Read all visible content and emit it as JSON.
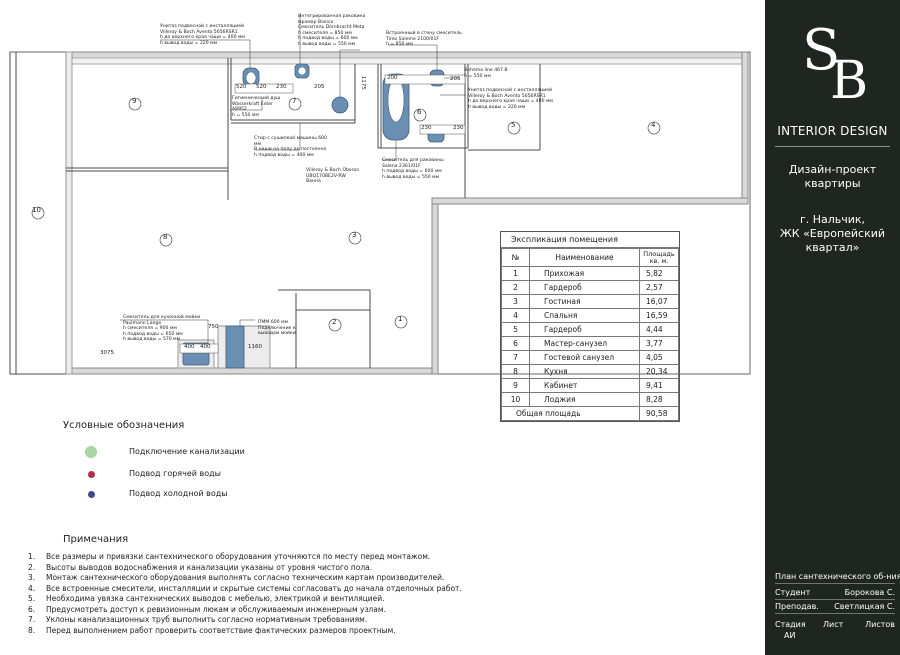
{
  "brand": {
    "name": "INTERIOR DESIGN",
    "logo_text": "SB"
  },
  "project": {
    "lines": [
      "Дизайн-проект",
      "квартиры"
    ]
  },
  "location": {
    "lines": [
      "г. Нальчик,",
      "ЖК «Европейский",
      "квартал»"
    ]
  },
  "title_block": {
    "sheet_title": "План сантехнического об-ния",
    "student_label": "Студент",
    "student_name": "Борокова С.",
    "teacher_label": "Преподав.",
    "teacher_name": "Светлицкая С.",
    "stage_label": "Стадия",
    "stage_value": "АИ",
    "sheet_label": "Лист",
    "sheets_label": "Листов"
  },
  "legend": {
    "title": "Условные обозначения",
    "items": [
      {
        "label": "Подключение канализации",
        "color": "#a9d4a3"
      },
      {
        "label": "Подвод горячей воды",
        "color": "#b03042"
      },
      {
        "label": "Подвод холодной воды",
        "color": "#3c4a8c"
      }
    ]
  },
  "notes": {
    "title": "Примечания",
    "items": [
      "Все размеры и привязки сантехнического оборудования уточняются по месту перед монтажом.",
      "Высоты выводов водоснабжения и канализации указаны от уровня чистого пола.",
      "Монтаж сантехнического оборудования выполнять согласно техническим картам производителей.",
      "Все встроенные смесители, инсталляции и скрытые системы согласовать до начала отделочных работ.",
      "Необходима увязка сантехнических выводов с мебелью, электрикой и вентиляцией.",
      "Предусмотреть доступ к ревизионным люкам и обслуживаемым инженерным узлам.",
      "Уклоны канализационных труб выполнить согласно нормативным требованиям.",
      "Перед выполнением работ проверить соответствие фактических размеров проектным."
    ]
  },
  "explication": {
    "title": "Экспликация помещения",
    "col_num": "№",
    "col_name": "Наименование",
    "col_area": "Площадь кв. м.",
    "rows": [
      {
        "n": "1",
        "name": "Прихожая",
        "area": "5,82"
      },
      {
        "n": "2",
        "name": "Гардероб",
        "area": "2,57"
      },
      {
        "n": "3",
        "name": "Гостиная",
        "area": "16,07"
      },
      {
        "n": "4",
        "name": "Спальня",
        "area": "16,59"
      },
      {
        "n": "5",
        "name": "Гардероб",
        "area": "4,44"
      },
      {
        "n": "6",
        "name": "Мастер-санузел",
        "area": "3,77"
      },
      {
        "n": "7",
        "name": "Гостевой санузел",
        "area": "4,05"
      },
      {
        "n": "8",
        "name": "Кухня",
        "area": "20,34"
      },
      {
        "n": "9",
        "name": "Кабинет",
        "area": "9,41"
      },
      {
        "n": "10",
        "name": "Лоджия",
        "area": "8,28"
      }
    ],
    "total_label": "Общая площадь",
    "total_value": "90,58"
  },
  "plan": {
    "room_labels": [
      "1",
      "2",
      "3",
      "4",
      "5",
      "6",
      "7",
      "8",
      "9",
      "10"
    ],
    "dims": [
      "520",
      "520",
      "230",
      "205",
      "200",
      "205",
      "230",
      "230",
      "1175",
      "750",
      "400",
      "400",
      "1160",
      "3075"
    ],
    "annotations": [
      "Унитаз подвесной с инсталляцией",
      "Villeroy & Boch Avento 5656RSR1",
      "h до верхнего края чаши = 400 мм",
      "h вывод воды = 220 мм",
      "Интегрированная раковина",
      "мрамор Bianco",
      "Смеситель Dornbracht Meta",
      "h смесителя = 850 мм",
      "h подвод воды = 600 мм",
      "h вывод воды = 550 мм",
      "Гигиенический душ",
      "Wasserkraft Exter",
      "A8952",
      "h = 550 мм",
      "Встроенный в стену смеситель",
      "Timo Saleme 2100/01F",
      "h = 850 мм",
      "Bohema line 467.B",
      "h = 550 мм",
      "Стир с сушилкой машины 600 мм",
      "В ниши на полу до постоянно",
      "h подвод воды = 400 мм",
      "Villeroy & Boch Oberon",
      "UBQ170BE2V-RW",
      "Ванна",
      "Смеситель для раковины",
      "Salena 2361/01F",
      "h подвод воды = 600 мм",
      "h вывод воды = 550 мм",
      "Смеситель для кухонной мойки",
      "Paulmann Lange",
      "h смесителя = 900 мм",
      "h подвод воды = 650 мм",
      "h вывод воды = 570 мм",
      "ПММ 600 мм",
      "Подключение к",
      "выводам мойки"
    ]
  }
}
